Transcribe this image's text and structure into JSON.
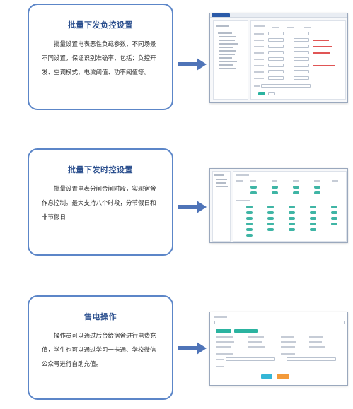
{
  "sections": [
    {
      "title": "批量下发负控设置",
      "text": "批量设置电表恶性负载参数，不同场景不同设置，保证识别准确率，包括：负控开发、空调模式、电流阈值、功率阈值等。"
    },
    {
      "title": "批量下发时控设置",
      "text": "批量设置电表分闸合闸时段，实现宿舍作息控制。最大支持八个时段，分节假日和非节假日"
    },
    {
      "title": "售电操作",
      "text": "操作员可以通过后台给宿舍进行电费充值，学生也可以通过学习一卡通、学校微信公众号进行自助充值。"
    }
  ],
  "colors": {
    "card_border": "#5c86c8",
    "title": "#2b4f8e",
    "arrow": "#4f74b8"
  }
}
